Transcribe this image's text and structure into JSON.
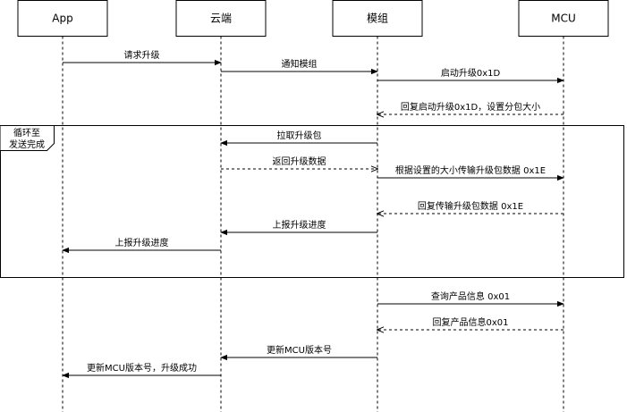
{
  "participants": [
    {
      "id": "app",
      "label": "App"
    },
    {
      "id": "cloud",
      "label": "云端"
    },
    {
      "id": "module",
      "label": "模组"
    },
    {
      "id": "mcu",
      "label": "MCU"
    }
  ],
  "loop": {
    "label_line1": "循环至",
    "label_line2": "发送完成"
  },
  "messages": [
    {
      "from": "app",
      "to": "cloud",
      "label": "请求升级",
      "style": "solid"
    },
    {
      "from": "cloud",
      "to": "module",
      "label": "通知模组",
      "style": "solid"
    },
    {
      "from": "module",
      "to": "mcu",
      "label": "启动升级0x1D",
      "style": "solid"
    },
    {
      "from": "mcu",
      "to": "module",
      "label": "回复启动升级0x1D，设置分包大小",
      "style": "dashed"
    },
    {
      "from": "module",
      "to": "cloud",
      "label": "拉取升级包",
      "style": "solid"
    },
    {
      "from": "cloud",
      "to": "module",
      "label": "返回升级数据",
      "style": "dashed"
    },
    {
      "from": "module",
      "to": "mcu",
      "label": "根据设置的大小传输升级包数据 0x1E",
      "style": "solid"
    },
    {
      "from": "mcu",
      "to": "module",
      "label": "回复传输升级包数据 0x1E",
      "style": "dashed"
    },
    {
      "from": "module",
      "to": "cloud",
      "label": "上报升级进度",
      "style": "solid"
    },
    {
      "from": "cloud",
      "to": "app",
      "label": "上报升级进度",
      "style": "solid"
    },
    {
      "from": "module",
      "to": "mcu",
      "label": "查询产品信息 0x01",
      "style": "solid"
    },
    {
      "from": "mcu",
      "to": "module",
      "label": "回复产品信息0x01",
      "style": "dashed"
    },
    {
      "from": "module",
      "to": "cloud",
      "label": "更新MCU版本号",
      "style": "solid"
    },
    {
      "from": "cloud",
      "to": "app",
      "label": "更新MCU版本号，升级成功",
      "style": "solid"
    }
  ]
}
